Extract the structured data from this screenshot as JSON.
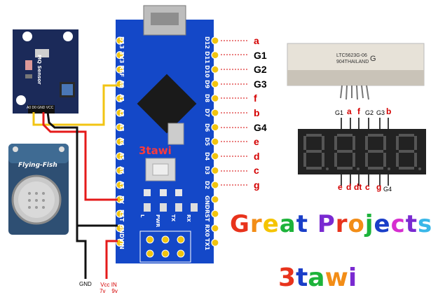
{
  "pin_labels_right": [
    {
      "text": "a",
      "color": "red"
    },
    {
      "text": "G1",
      "color": "black"
    },
    {
      "text": "G2",
      "color": "black"
    },
    {
      "text": "G3",
      "color": "black"
    },
    {
      "text": "f",
      "color": "red"
    },
    {
      "text": "b",
      "color": "red"
    },
    {
      "text": "G4",
      "color": "black"
    },
    {
      "text": "e",
      "color": "red"
    },
    {
      "text": "d",
      "color": "red"
    },
    {
      "text": "c",
      "color": "red"
    },
    {
      "text": "g",
      "color": "red"
    }
  ],
  "display": {
    "part_text_line1": "LTC5623G-06",
    "part_text_line2": "904THAILAND",
    "part_g": "G",
    "top_labels": [
      "G1",
      "a",
      "f",
      "G2",
      "G3",
      "b"
    ],
    "bottom_labels": [
      "e",
      "d",
      "dt",
      "c",
      "g",
      "G4"
    ]
  },
  "board": {
    "left_pins": [
      "D13",
      "3V3",
      "REF",
      "A0",
      "A1",
      "A2",
      "A3",
      "A4",
      "A5",
      "A6",
      "A7",
      "5V",
      "RST",
      "GND",
      "VIN"
    ],
    "right_pins": [
      "D12",
      "D11",
      "D10",
      "D9",
      "D8",
      "D7",
      "D6",
      "D5",
      "D4",
      "D3",
      "D2",
      "GND",
      "RST",
      "RX0",
      "TX1"
    ],
    "brand": "3tawi",
    "led_labels": [
      "L",
      "PWR",
      "TX",
      "RX"
    ]
  },
  "sensor": {
    "name": "Flying-Fish",
    "module_text": "MQ Sensor",
    "pin_labels": "A0 D0 GND VCC"
  },
  "wire_labels": {
    "gnd": "GND",
    "vcc_line1": "Vcc IN",
    "vcc_line2": "7v    9v"
  },
  "title_letters": [
    {
      "ch": "G",
      "color": "#e8331c"
    },
    {
      "ch": "r",
      "color": "#f28d17"
    },
    {
      "ch": "e",
      "color": "#f5c400"
    },
    {
      "ch": "a",
      "color": "#1db33a"
    },
    {
      "ch": "t",
      "color": "#1a3ec8"
    },
    {
      "ch": " ",
      "color": "#000"
    },
    {
      "ch": "P",
      "color": "#7a2ad1"
    },
    {
      "ch": "r",
      "color": "#e8331c"
    },
    {
      "ch": "o",
      "color": "#f28d17"
    },
    {
      "ch": "j",
      "color": "#1db33a"
    },
    {
      "ch": "e",
      "color": "#1a3ec8"
    },
    {
      "ch": "c",
      "color": "#d62ed0"
    },
    {
      "ch": "t",
      "color": "#7a2ad1"
    },
    {
      "ch": "s",
      "color": "#39b7e8"
    }
  ],
  "brand_letters": [
    {
      "ch": "3",
      "color": "#e8331c"
    },
    {
      "ch": "t",
      "color": "#1a3ec8"
    },
    {
      "ch": "a",
      "color": "#1db33a"
    },
    {
      "ch": "w",
      "color": "#f28d17"
    },
    {
      "ch": "i",
      "color": "#7a2ad1"
    }
  ]
}
